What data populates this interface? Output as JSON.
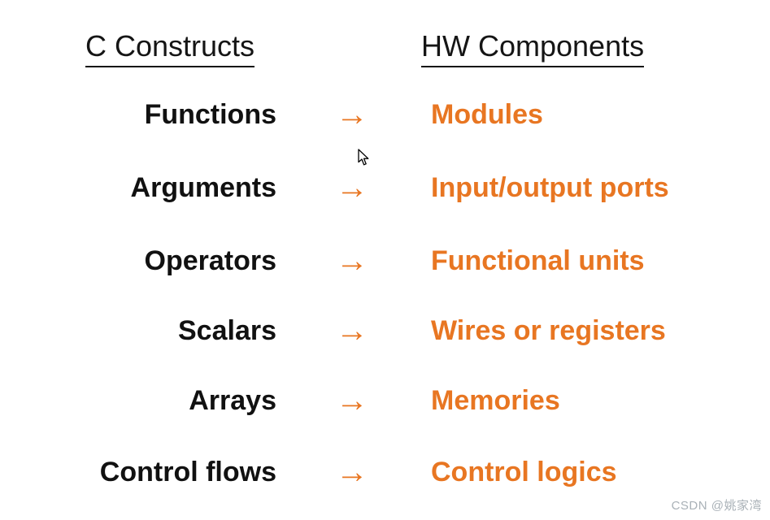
{
  "headers": {
    "left": "C Constructs",
    "right": "HW Components"
  },
  "arrow_glyph": "→",
  "rows": [
    {
      "left": "Functions",
      "right": "Modules"
    },
    {
      "left": "Arguments",
      "right": "Input/output ports"
    },
    {
      "left": "Operators",
      "right": "Functional units"
    },
    {
      "left": "Scalars",
      "right": "Wires or registers"
    },
    {
      "left": "Arrays",
      "right": "Memories"
    },
    {
      "left": "Control flows",
      "right": "Control logics"
    }
  ],
  "watermark": "CSDN @姚家湾",
  "colors": {
    "accent_orange": "#E87622",
    "text_black": "#111111",
    "watermark_gray": "#A9B1B7",
    "background": "#FFFFFF"
  },
  "icons": {
    "arrow": "right-arrow",
    "cursor": "mouse-pointer"
  }
}
